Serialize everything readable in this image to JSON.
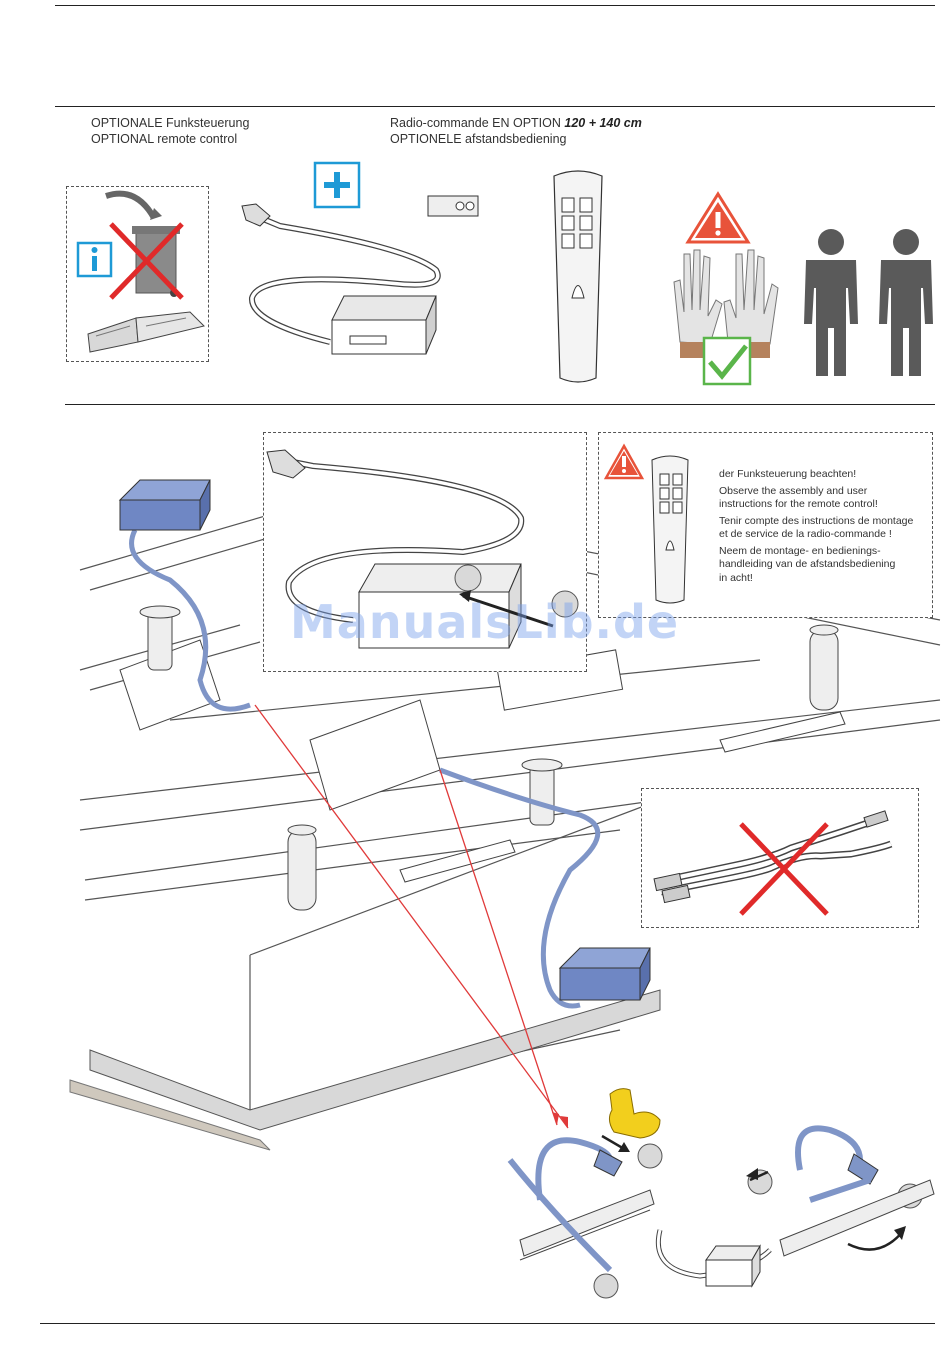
{
  "header": {
    "line1_left": "OPTIONALE Funksteuerung",
    "line2_left": "OPTIONAL remote control",
    "line1_right_prefix": "Radio-commande EN OPTION",
    "line1_right_emphasis": "120 + 140 cm",
    "line2_right": "OPTIONELE afstandsbediening"
  },
  "notice": {
    "lines": [
      "der Funksteuerung beachten!",
      "Observe the assembly and user",
      "instructions for the remote control!",
      "Tenir compte des instructions de montage",
      "et de service de la radio-commande !",
      "Neem de montage- en bedienings-",
      "handleiding van de afstandsbediening",
      "in acht!"
    ]
  },
  "watermark": "ManualsLib.de",
  "icons": {
    "info": "info-icon",
    "plus": "plus-icon",
    "warning": "warning-triangle-icon",
    "check": "checkmark-icon",
    "cross": "red-x-icon"
  },
  "colors": {
    "cable_blue": "#7f95c7",
    "box_blue": "#6f87c4",
    "accent_cyan": "#1e9ad6",
    "warning_orange": "#e8533a",
    "check_green": "#5ab54a",
    "cross_red": "#e02a2a",
    "arrow_red": "#e03a3a",
    "person_gray": "#5a5a5a",
    "muscle_yellow": "#f2cf1d"
  }
}
